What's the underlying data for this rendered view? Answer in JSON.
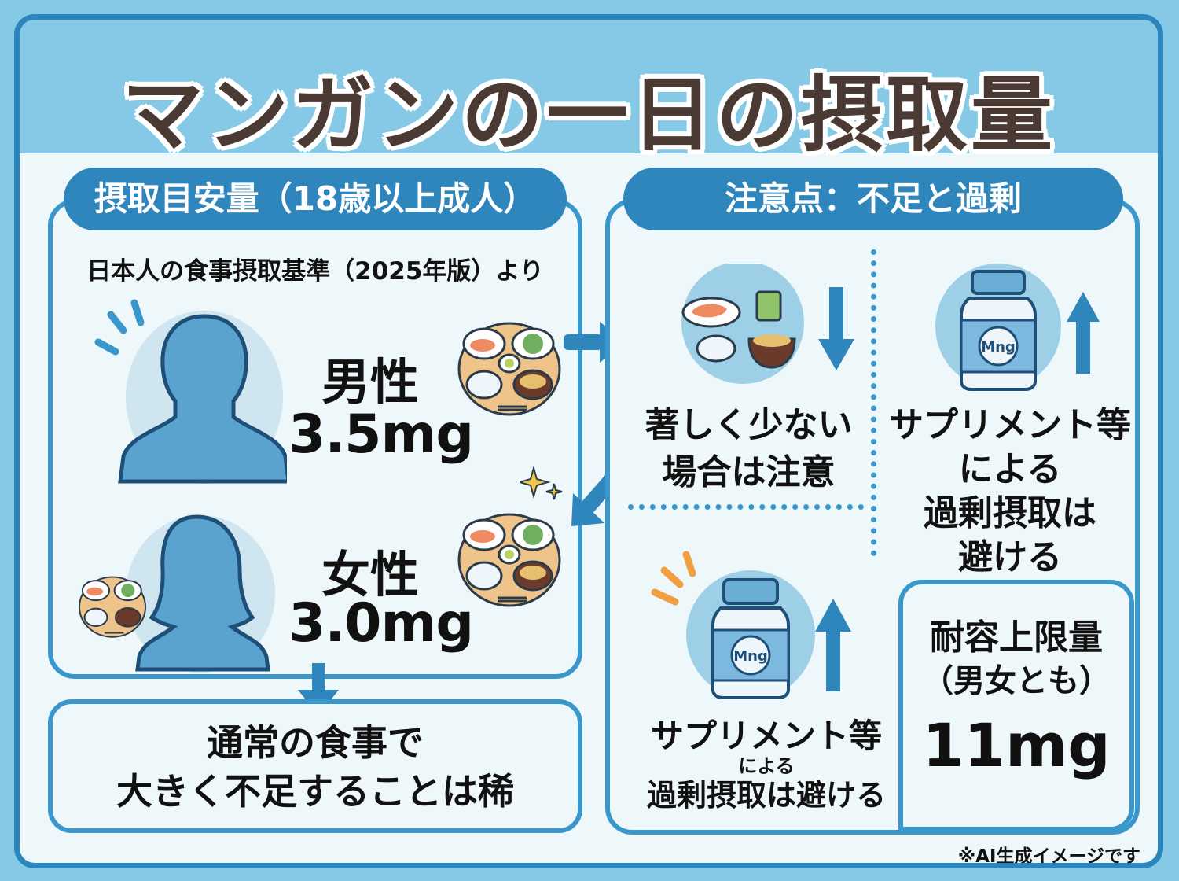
{
  "title": "マンガンの一日の摂取量",
  "left_section": {
    "header": "摂取目安量（18歳以上成人）",
    "source": "日本人の食事摂取基準（2025年版）より",
    "male": {
      "label": "男性",
      "amount": "3.5mg"
    },
    "female": {
      "label": "女性",
      "amount": "3.0mg"
    },
    "conclusion": {
      "line1": "通常の食事で",
      "line2": "大きく不足することは稀"
    }
  },
  "right_section": {
    "header": "注意点：不足と過剰",
    "deficiency": {
      "line1": "著しく少ない",
      "line2": "場合は注意"
    },
    "excess_top": {
      "line1": "サプリメント等",
      "line2": "による",
      "line3": "過剰摂取は",
      "line4": "避ける"
    },
    "excess_bottom": {
      "line1": "サプリメント等",
      "line2": "による",
      "line3": "過剰摂取は避ける"
    },
    "upper_limit": {
      "line1": "耐容上限量",
      "line2": "（男女とも）",
      "amount": "11mg"
    }
  },
  "bottle_label": "Mng",
  "footnote": "※AI生成イメージです",
  "colors": {
    "background": "#86c9e6",
    "frame_border": "#2a86bd",
    "panel_border": "#3a97cc",
    "pill": "#2e86bd",
    "content_bg": "#eef7f9",
    "title_text": "#4a3a33",
    "silhouette": "#5ba3cf",
    "accent_orange": "#f0a040",
    "sparkle": "#f2c84b"
  }
}
